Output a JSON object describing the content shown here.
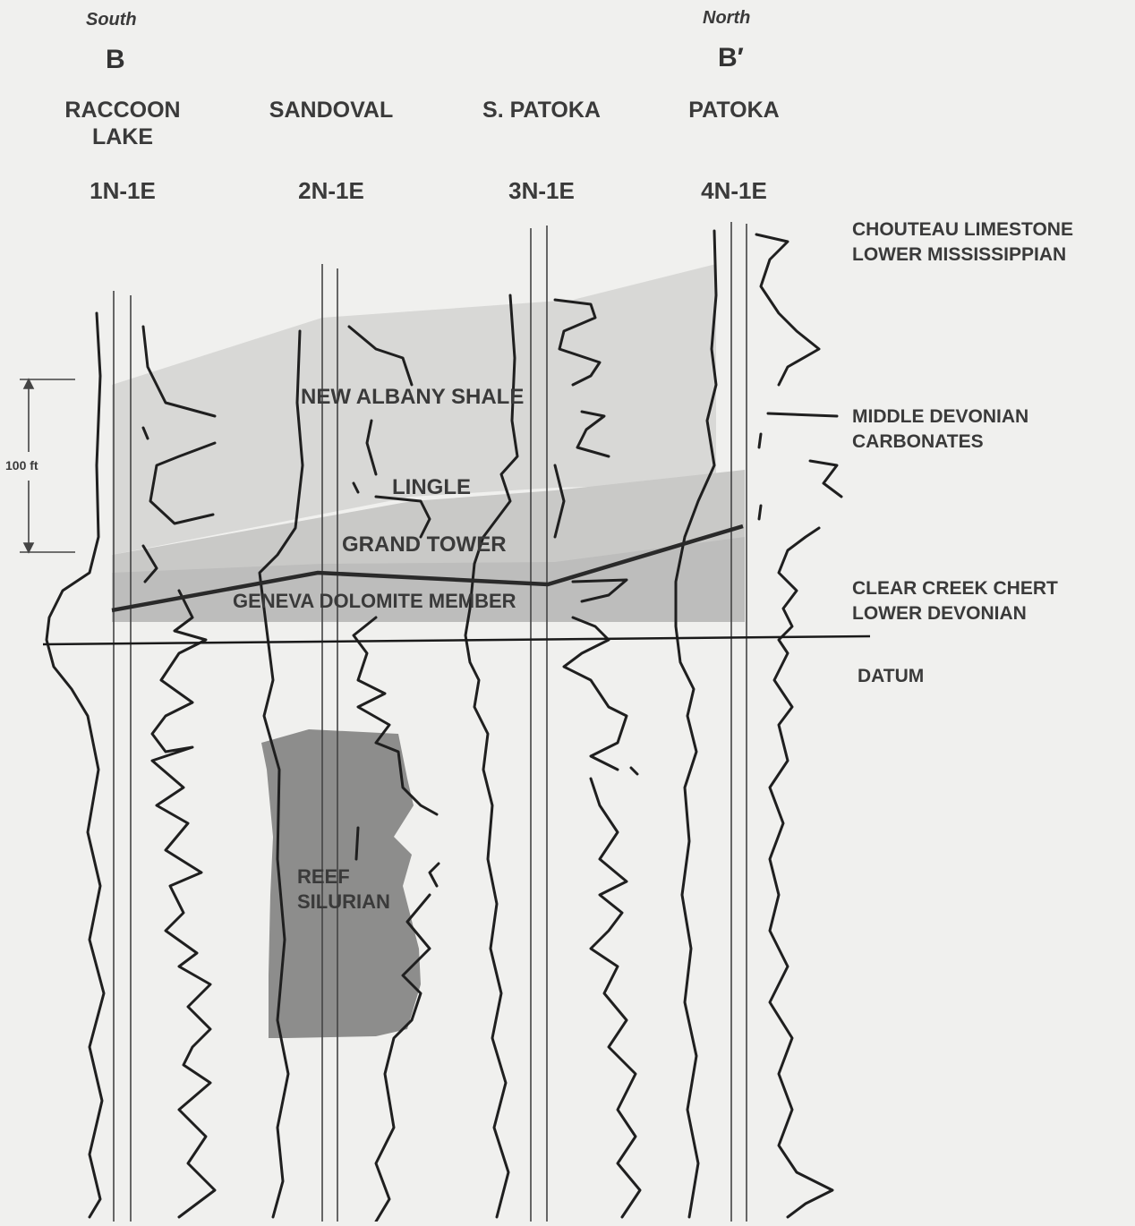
{
  "header": {
    "direction_left": "South",
    "direction_right": "North",
    "section_left": "B",
    "section_right": "B′"
  },
  "wells": [
    {
      "name_line1": "RACCOON",
      "name_line2": "LAKE",
      "township": "1N-1E"
    },
    {
      "name_line1": "SANDOVAL",
      "name_line2": "",
      "township": "2N-1E"
    },
    {
      "name_line1": "S. PATOKA",
      "name_line2": "",
      "township": "3N-1E"
    },
    {
      "name_line1": "PATOKA",
      "name_line2": "",
      "township": "4N-1E"
    }
  ],
  "right_labels": {
    "chouteau_1": "CHOUTEAU LIMESTONE",
    "chouteau_2": "LOWER MISSISSIPPIAN",
    "middle_dev_1": "MIDDLE DEVONIAN",
    "middle_dev_2": "CARBONATES",
    "clear_creek_1": "CLEAR CREEK CHERT",
    "clear_creek_2": "LOWER DEVONIAN",
    "datum": "DATUM"
  },
  "layers": {
    "new_albany": "NEW ALBANY SHALE",
    "lingle": "LINGLE",
    "grand_tower": "GRAND TOWER",
    "geneva": "GENEVA DOLOMITE MEMBER",
    "reef_1": "REEF",
    "reef_2": "SILURIAN"
  },
  "scale": {
    "label": "100 ft"
  },
  "colors": {
    "background": "#f0f0ee",
    "band_light": "#d6d6d5",
    "band_mid": "#c4c4c3",
    "reef": "#8c8c8b",
    "log_line": "#1f1f1f",
    "correlation_line": "#2a2a2a"
  }
}
